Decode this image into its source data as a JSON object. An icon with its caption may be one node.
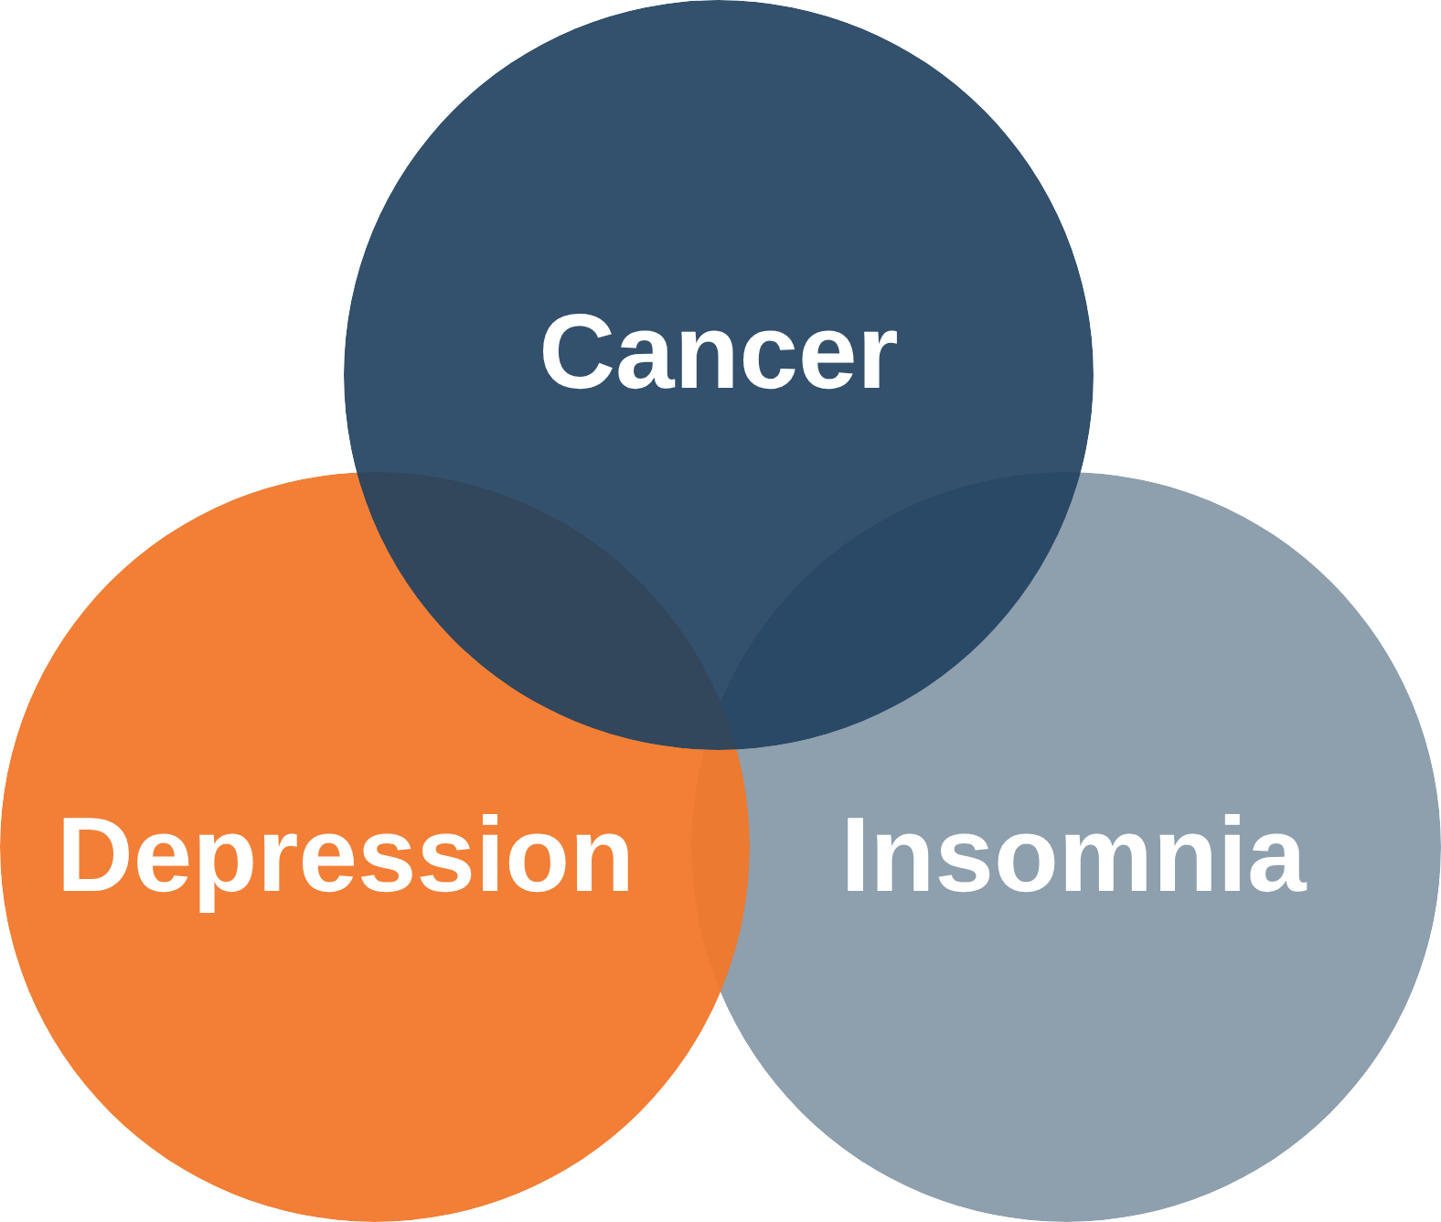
{
  "diagram": {
    "nodes": [
      {
        "text": [
          "Cancer"
        ]
      },
      {
        "text": [
          "Depression"
        ]
      },
      {
        "text": [
          "Insomnia"
        ]
      }
    ]
  }
}
